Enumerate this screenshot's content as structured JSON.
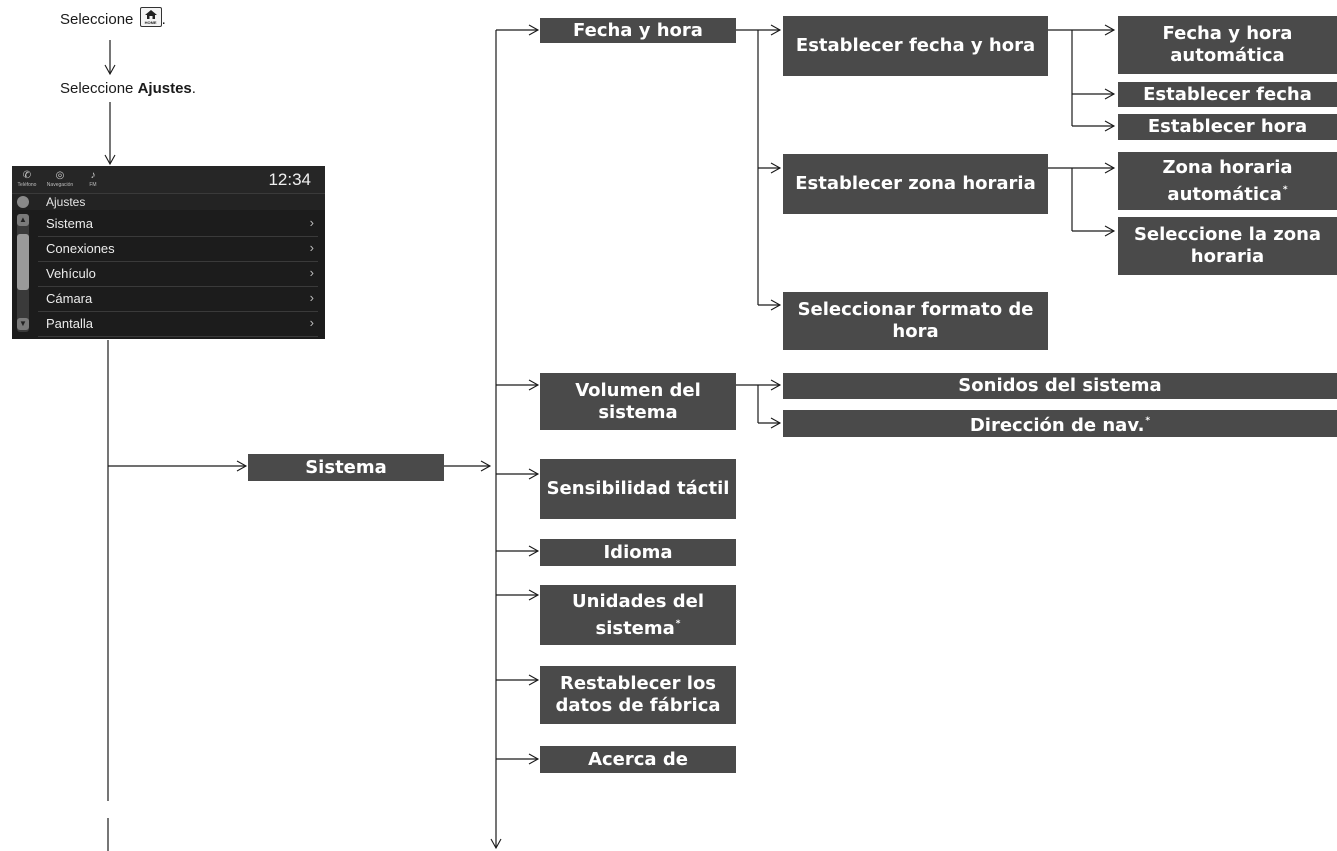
{
  "instructions": {
    "step1_prefix": "Seleccione",
    "step1_suffix": ".",
    "home_icon": "home-icon",
    "home_icon_label": "HOME",
    "step2_prefix": "Seleccione",
    "step2_bold": "Ajustes",
    "step2_suffix": "."
  },
  "screen": {
    "tabs": [
      {
        "icon": "phone-icon",
        "glyph": "✆",
        "label": "Teléfono"
      },
      {
        "icon": "navigation-icon",
        "glyph": "◎",
        "label": "Navegación"
      },
      {
        "icon": "fm-icon",
        "glyph": "♪",
        "label": "FM"
      }
    ],
    "clock": "12:34",
    "title": "Ajustes",
    "items": [
      {
        "label": "Sistema",
        "chevron": "›"
      },
      {
        "label": "Conexiones",
        "chevron": "›"
      },
      {
        "label": "Vehículo",
        "chevron": "›"
      },
      {
        "label": "Cámara",
        "chevron": "›"
      },
      {
        "label": "Pantalla",
        "chevron": "›"
      }
    ]
  },
  "diagram": {
    "root": "Sistema",
    "level1": {
      "fecha_hora": "Fecha y hora",
      "volumen": "Volumen del sistema",
      "sensibilidad": "Sensibilidad táctil",
      "idioma": "Idioma",
      "unidades": "Unidades del sistema",
      "unidades_mark": "*",
      "restablecer": "Restablecer los datos de fábrica",
      "acerca": "Acerca de"
    },
    "level2": {
      "establecer_fecha_hora": "Establecer fecha y hora",
      "establecer_zona": "Establecer zona horaria",
      "formato_hora": "Seleccionar formato de hora",
      "sonidos": "Sonidos del sistema",
      "direccion_nav": "Dirección de nav.",
      "direccion_nav_mark": "*"
    },
    "level3": {
      "fecha_hora_auto": "Fecha y hora automática",
      "establecer_fecha": "Establecer fecha",
      "establecer_hora": "Establecer hora",
      "zona_auto": "Zona horaria automática",
      "zona_auto_mark": "*",
      "seleccione_zona": "Seleccione la zona horaria"
    }
  },
  "colors": {
    "box": "#4a4a4a",
    "box_text": "#ffffff",
    "line": "#1a1a1a"
  }
}
